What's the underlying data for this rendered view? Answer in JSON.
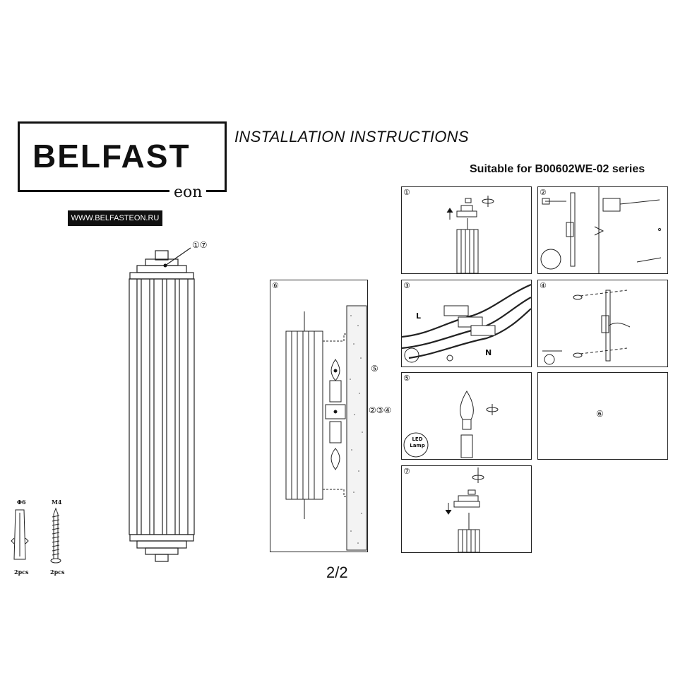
{
  "brand": {
    "name": "BELFAST",
    "sub": "eon",
    "website": "WWW.BELFASTEON.RU"
  },
  "header": {
    "title": "INSTALLATION  INSTRUCTIONS",
    "subtitle": "Suitable for B00602WE-02 series"
  },
  "main_callout": "①⑦",
  "side_callouts": {
    "upper": "⑤",
    "middle": "②③④"
  },
  "hardware": {
    "anchor": {
      "size": "Φ6",
      "qty": "2pcs"
    },
    "screw": {
      "size": "M4",
      "qty": "2pcs"
    }
  },
  "steps": [
    {
      "num": "①"
    },
    {
      "num": "②"
    },
    {
      "num": "③",
      "labels": {
        "live": "L",
        "neutral": "N"
      }
    },
    {
      "num": "④"
    },
    {
      "num": "⑤",
      "badge_line1": "LED",
      "badge_line2": "Lamp"
    },
    {
      "num": "⑥"
    },
    {
      "num": "⑦"
    }
  ],
  "page": "2/2"
}
